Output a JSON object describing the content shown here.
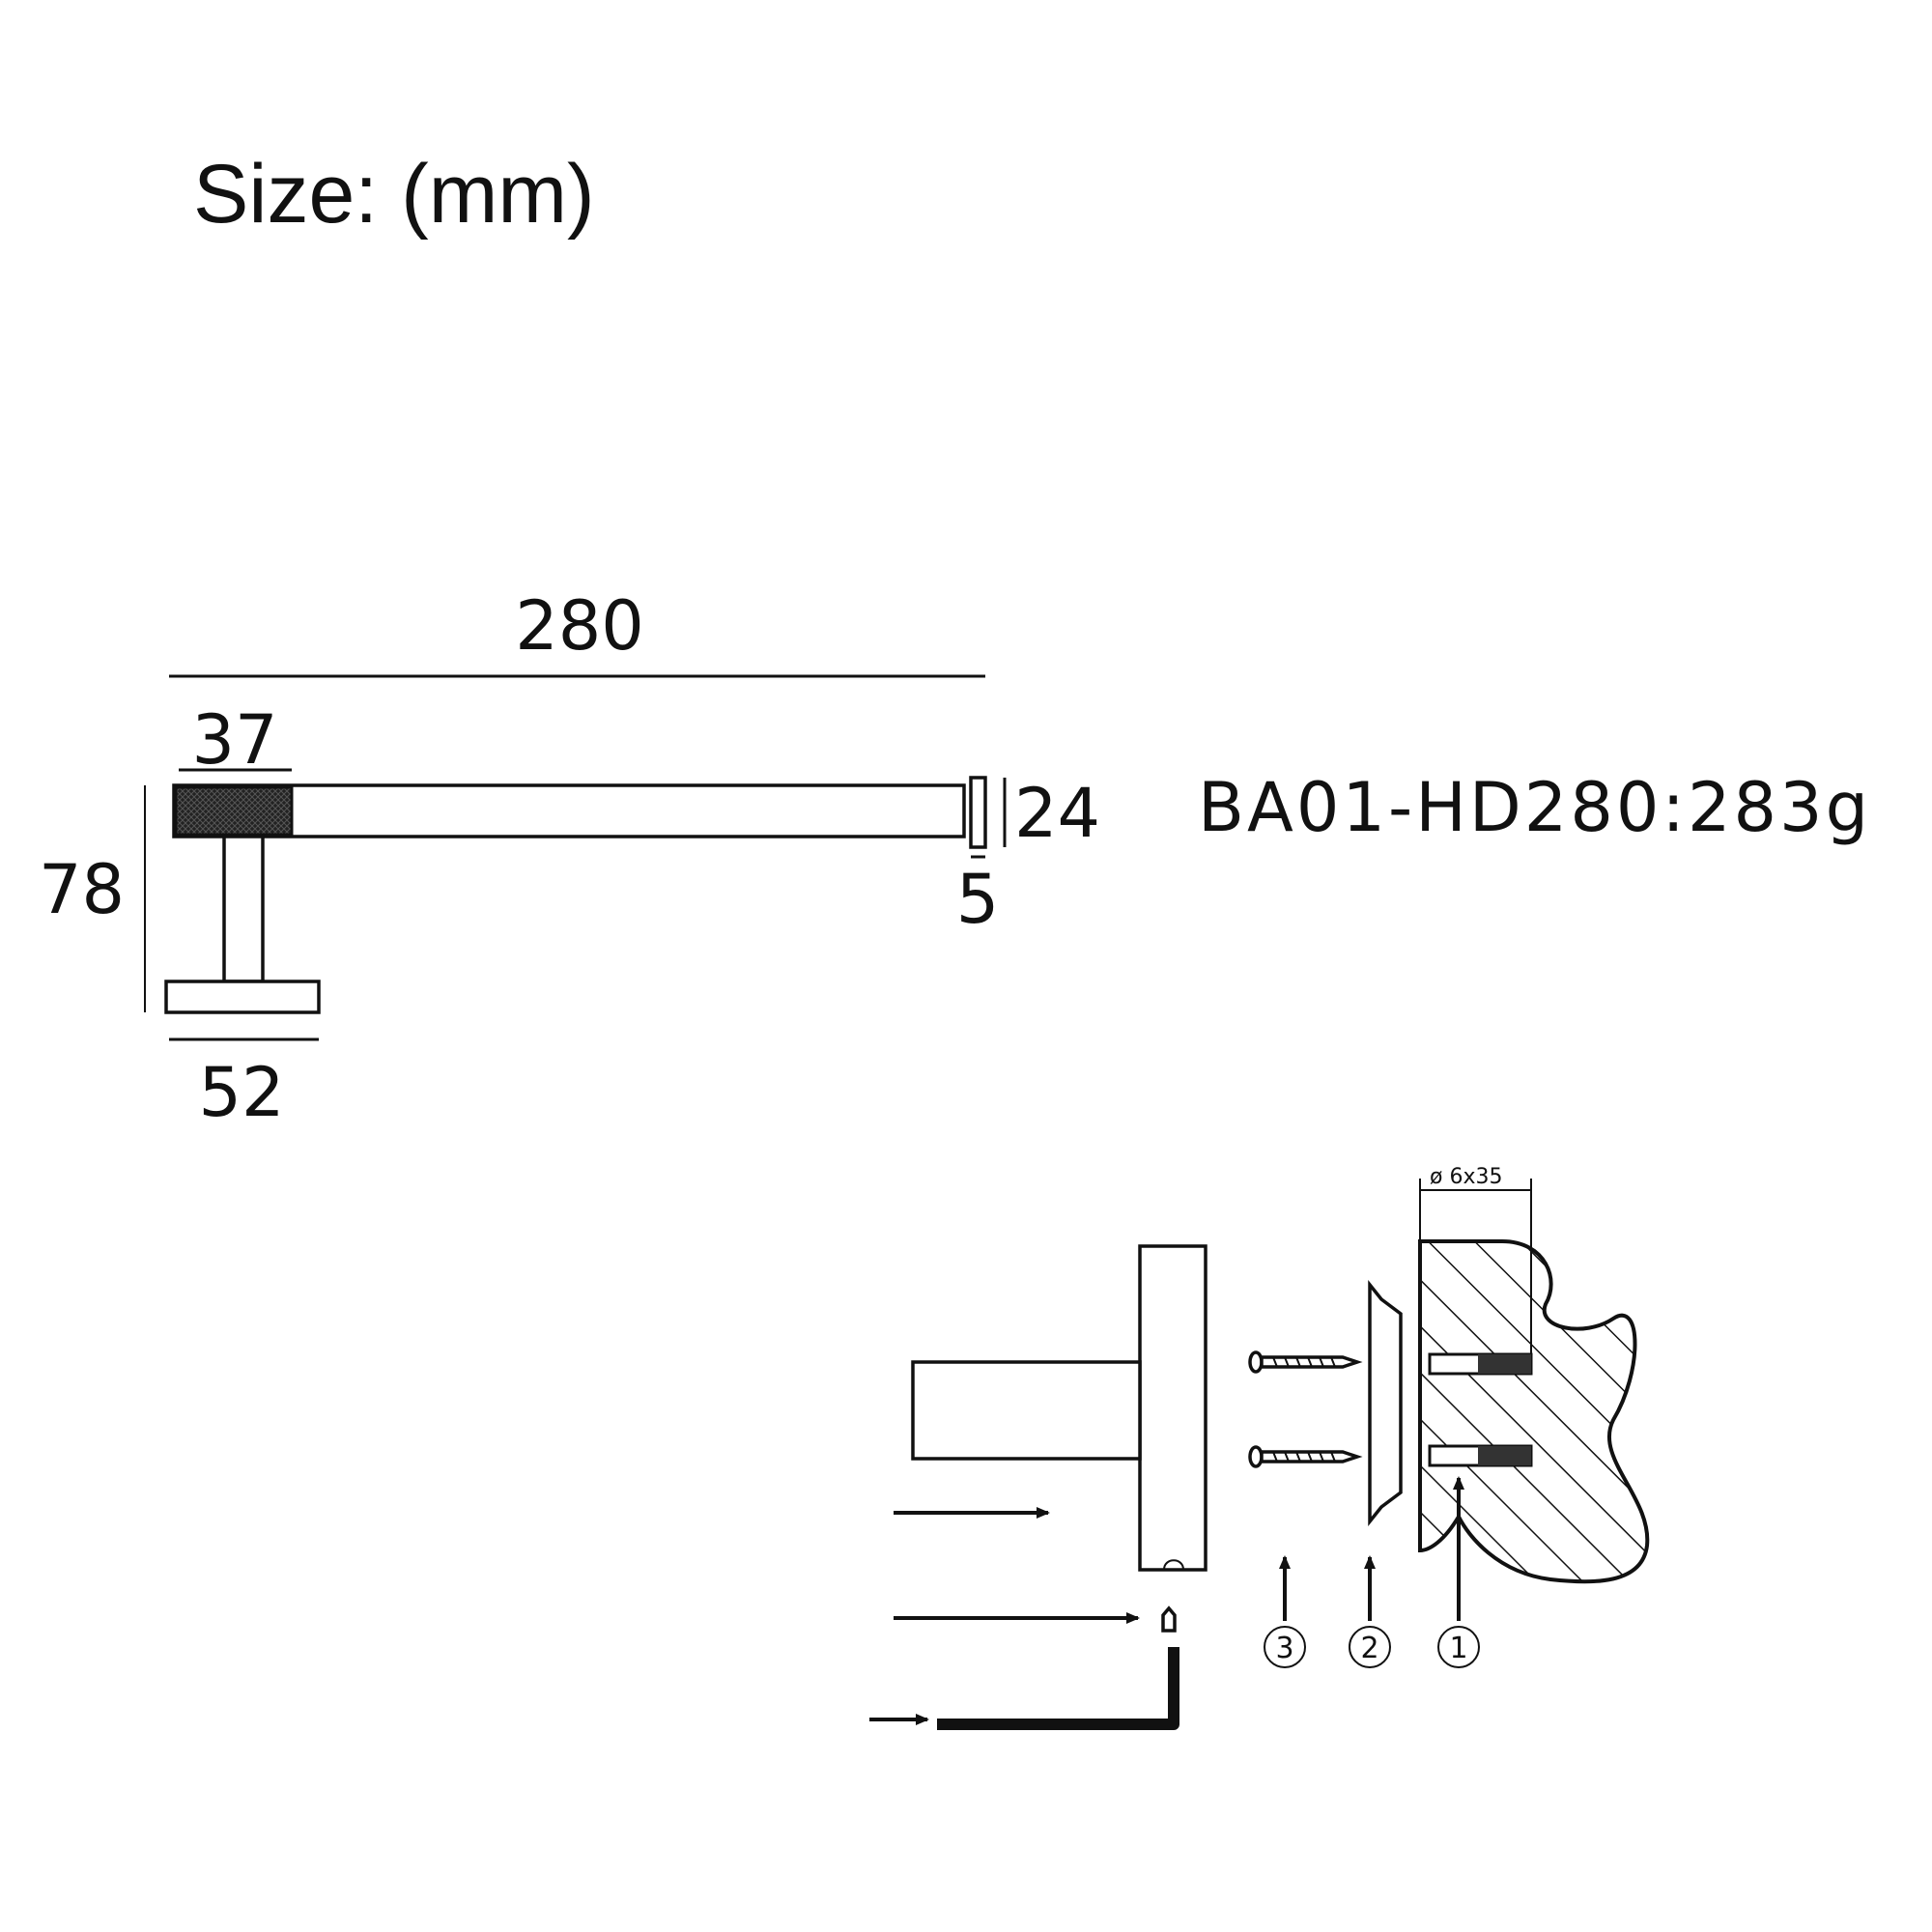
{
  "title": "Size: (mm)",
  "dimensions": {
    "total_length": "280",
    "knurl_length": "37",
    "height": "78",
    "end_diameter": "24",
    "end_thickness": "5",
    "base_width": "52"
  },
  "model_weight": "BA01-HD280:283g",
  "installation": {
    "drill_spec": "ø 6x35",
    "steps": [
      "3",
      "2",
      "1"
    ]
  }
}
